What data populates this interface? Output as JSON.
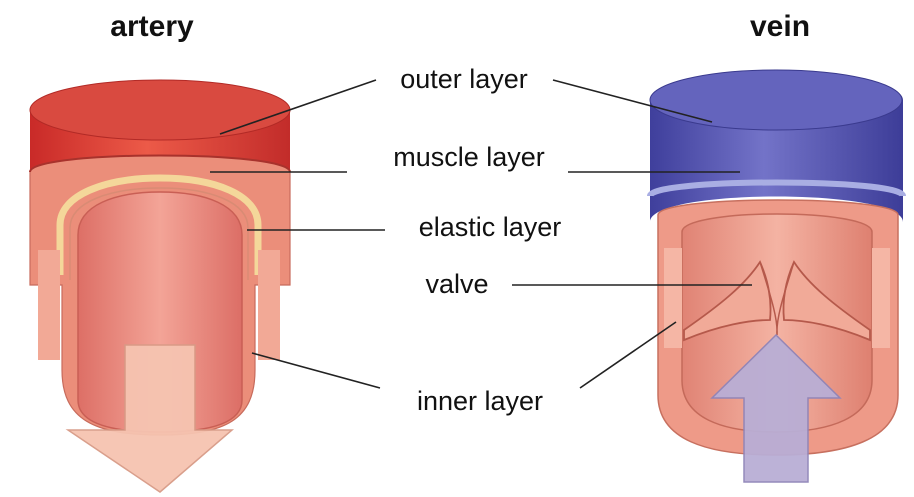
{
  "titles": {
    "artery": "artery",
    "vein": "vein"
  },
  "labels": {
    "outer_layer": "outer layer",
    "muscle_layer": "muscle layer",
    "elastic_layer": "elastic layer",
    "valve": "valve",
    "inner_layer": "inner layer"
  },
  "colors": {
    "artery_outer": "#d93a36",
    "artery_muscle": "#eb8e7a",
    "artery_elastic": "#f4d79a",
    "artery_lumen": "#e7857b",
    "vein_outer": "#5757b3",
    "vein_inner": "#ee9a88",
    "arrow_artery": "#f6c4b1",
    "arrow_vein": "#b9aed5"
  }
}
